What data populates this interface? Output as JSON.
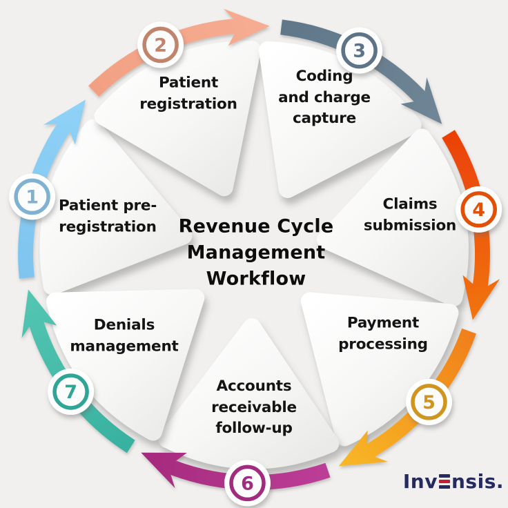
{
  "background": "#f1f0ee",
  "title": {
    "text": "Revenue Cycle\nManagement\nWorkflow"
  },
  "steps": [
    {
      "num": "1",
      "label": "Patient pre-\nregistration",
      "color": "#7fb2d2",
      "arrow": [
        "#7fc4ef",
        "#90d2f7"
      ]
    },
    {
      "num": "2",
      "label": "Patient\nregistration",
      "color": "#c1836b",
      "arrow": [
        "#f2a083",
        "#f6ad92"
      ]
    },
    {
      "num": "3",
      "label": "Coding\nand charge\ncapture",
      "color": "#5d7388",
      "arrow": [
        "#5f7789",
        "#708697"
      ]
    },
    {
      "num": "4",
      "label": "Claims\nsubmission",
      "color": "#df5108",
      "arrow": [
        "#ea4106",
        "#f1740f"
      ]
    },
    {
      "num": "5",
      "label": "Payment\nprocessing",
      "color": "#d0951f",
      "arrow": [
        "#f0801b",
        "#f8b826"
      ]
    },
    {
      "num": "6",
      "label": "Accounts\nreceivable\nfollow-up",
      "color": "#a12b7e",
      "arrow": [
        "#bc3d96",
        "#a52a7d"
      ]
    },
    {
      "num": "7",
      "label": "Denials\nmanagement",
      "color": "#2fa596",
      "arrow": [
        "#38b1a0",
        "#54c6b2"
      ]
    }
  ],
  "logo": {
    "left": "Inv",
    "right": "nsis.",
    "navy": "#252b5f",
    "red": "#c32033"
  }
}
